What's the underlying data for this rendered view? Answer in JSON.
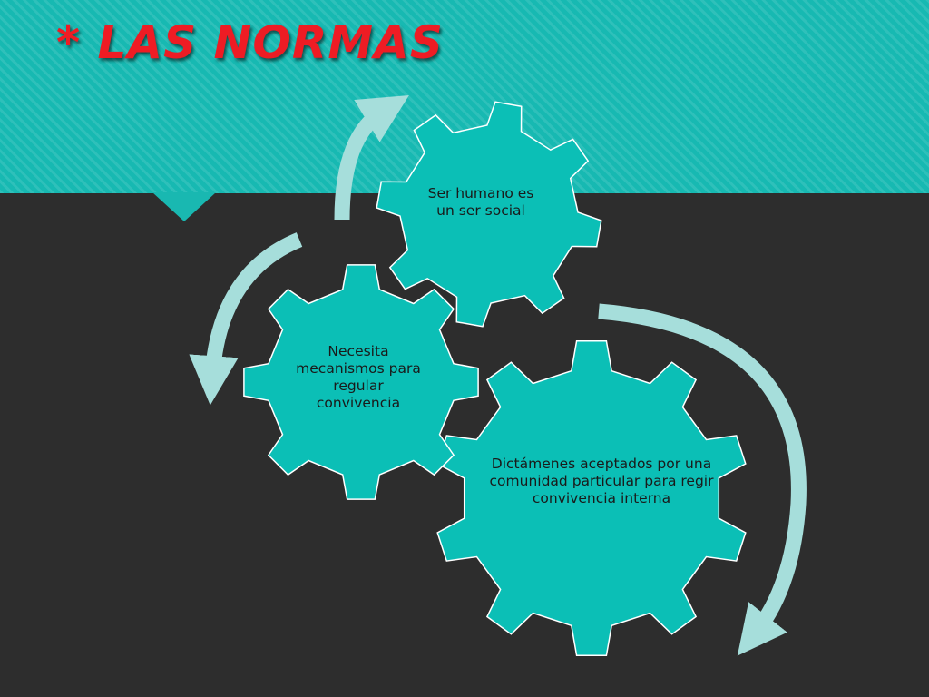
{
  "title": "* LAS NORMAS",
  "colors": {
    "header_band": "#17b9b2",
    "background": "#2d2d2d",
    "gear_fill": "#0bbfb6",
    "gear_stroke": "#ffffff",
    "arrow": "#a6dedb",
    "title": "#ee1c24"
  },
  "gears": [
    {
      "id": "top",
      "label": "Ser humano es un ser social"
    },
    {
      "id": "left",
      "label": "Necesita mecanismos para regular convivencia"
    },
    {
      "id": "big",
      "label": "Dictámenes aceptados por una comunidad particular para regir convivencia interna"
    }
  ]
}
